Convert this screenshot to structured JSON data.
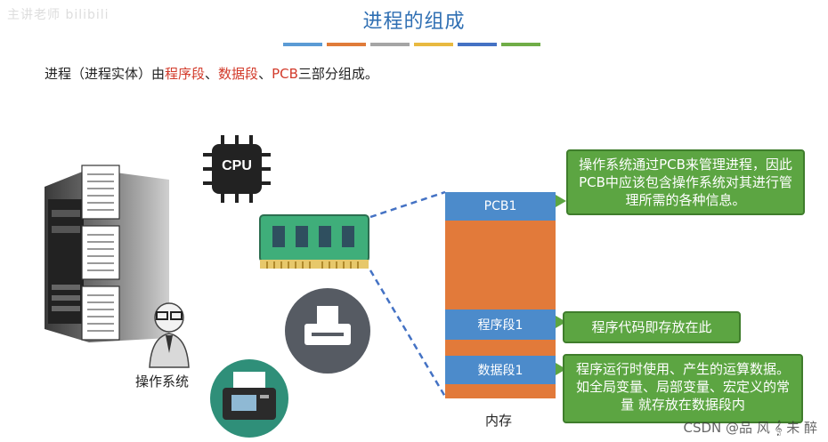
{
  "logo_text": "主讲老师 bilibili",
  "title": "进程的组成",
  "stripe_colors": [
    "#5b9bd5",
    "#e07b39",
    "#a5a5a5",
    "#e8b940",
    "#4472c4",
    "#70ad47"
  ],
  "intro": {
    "prefix": "进程（进程实体）由",
    "seg1": "程序段",
    "sep1": "、",
    "seg2": "数据段",
    "sep2": "、",
    "seg3": "PCB",
    "suffix": "三部分组成。"
  },
  "os_label": "操作系统",
  "cpu_label": "CPU",
  "memory": {
    "label": "内存",
    "blocks": [
      {
        "label": "PCB1"
      },
      {
        "label": "程序段1"
      },
      {
        "label": "数据段1"
      }
    ]
  },
  "callouts": {
    "pcb": "操作系统通过PCB来管理进程，因此PCB中应该包含操作系统对其进行管理所需的各种信息。",
    "program": "程序代码即存放在此",
    "data": "程序运行时使用、产生的运算数据。如全局变量、局部变量、宏定义的常量 就存放在数据段内"
  },
  "watermark": "CSDN @品 风 𝄞 未 醉",
  "colors": {
    "memory_orange": "#e27a3a",
    "memory_blue": "#4c8bcb",
    "callout_green": "#5ca542",
    "title_blue": "#2f6fb3",
    "highlight_red": "#d23a2a"
  }
}
